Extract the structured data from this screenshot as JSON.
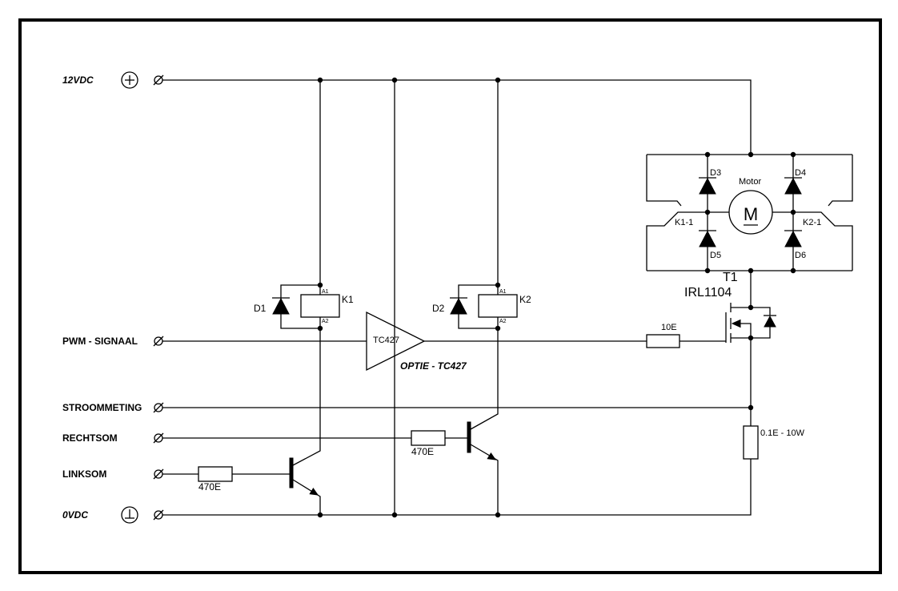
{
  "terminals": {
    "supply_12v": "12VDC",
    "pwm": "PWM - SIGNAAL",
    "stroommeting": "STROOMMETING",
    "rechtsom": "RECHTSOM",
    "linksom": "LINKSOM",
    "supply_0v": "0VDC"
  },
  "relay_k1": {
    "label": "K1",
    "diode": "D1",
    "pin_a1": "A1",
    "pin_a2": "A2",
    "base_resistor": "470E"
  },
  "relay_k2": {
    "label": "K2",
    "diode": "D2",
    "pin_a1": "A1",
    "pin_a2": "A2",
    "base_resistor": "470E"
  },
  "driver": {
    "label": "TC427",
    "option_note": "OPTIE - TC427"
  },
  "gate_resistor": "10E",
  "mosfet": {
    "ref": "T1",
    "part": "IRL1104"
  },
  "shunt_resistor": "0.1E - 10W",
  "h_bridge": {
    "motor_label": "Motor",
    "motor_symbol": "M",
    "d3": "D3",
    "d4": "D4",
    "d5": "D5",
    "d6": "D6",
    "contact_k1": "K1-1",
    "contact_k2": "K2-1"
  }
}
